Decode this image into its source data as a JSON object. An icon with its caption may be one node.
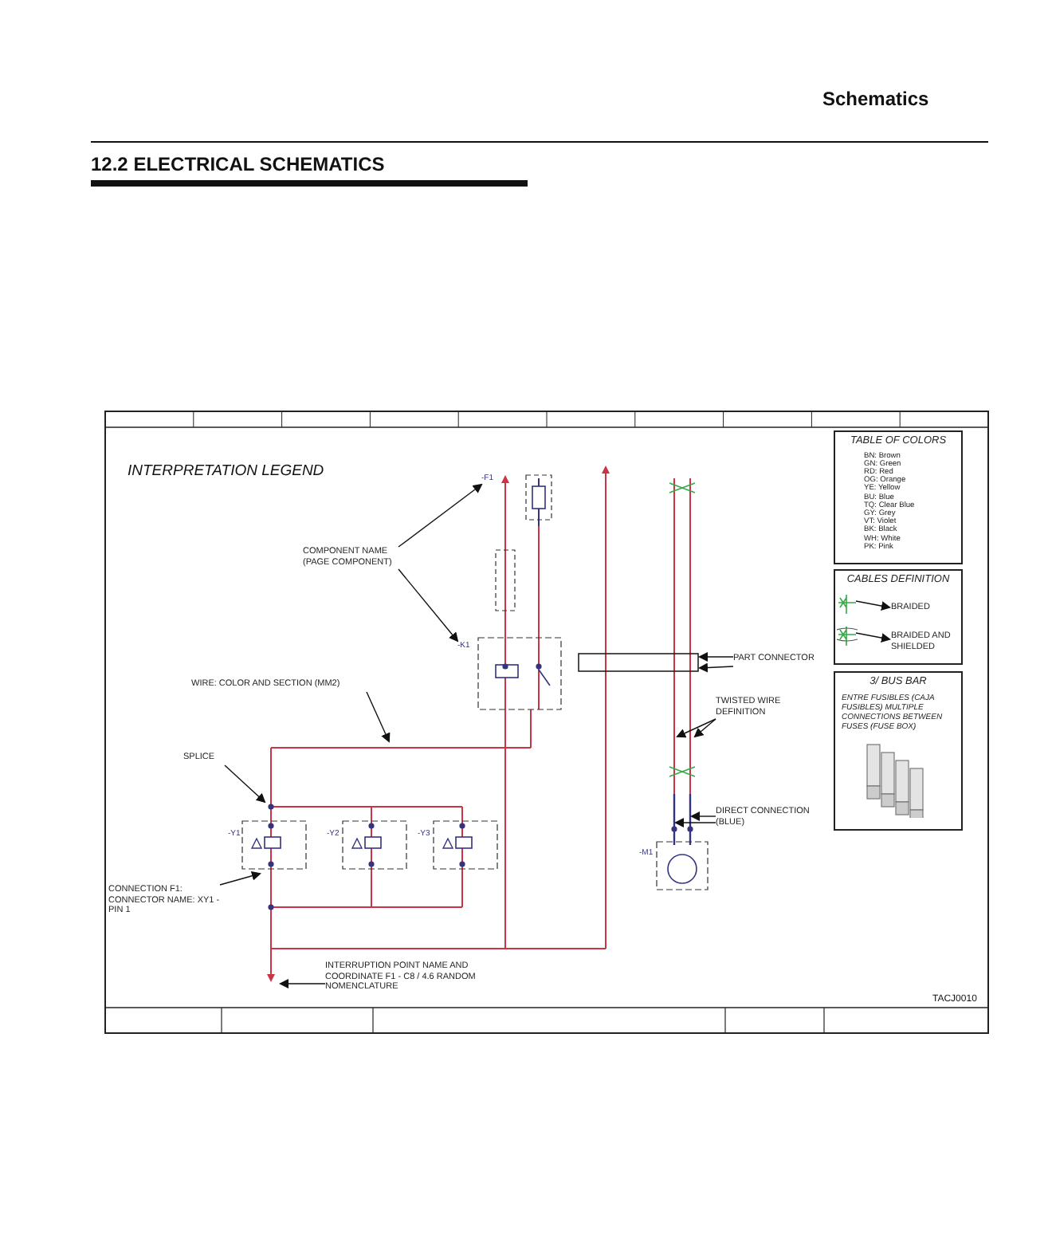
{
  "diagram": {
    "title": "12.2 ELECTRICAL SCHEMATICS",
    "nodes": [
      {
        "text": [
          "COMPONENT NAME (PAGE COMPONENT)"
        ]
      },
      {
        "text": [
          "WIRE: COLOR AND SECTION (MM2)"
        ]
      },
      {
        "text": [
          "SPLICE"
        ]
      },
      {
        "text": [
          "CONNECTION F1: CONNECTOR NAME: XY1 - PIN 1"
        ]
      },
      {
        "text": [
          "INTERRUPTION POINT NAME AND COORDINATE F1 - C8 / 4.6 RANDOM NOMENCLATURE"
        ]
      },
      {
        "text": [
          "PART CONNECTOR"
        ]
      },
      {
        "text": [
          "TWISTED WIRE DEFINITION"
        ]
      },
      {
        "text": [
          "DIRECT CONNECTION (BLUE)"
        ]
      },
      {
        "text": [
          "TABLE OF COLORS",
          "BN: Brown",
          "GN: Green",
          "RD: Red",
          "OG: Orange",
          "YE: Yellow",
          "BU: Blue",
          "TQ: Clear Blue",
          "GY: Grey",
          "VT: Violet",
          "BK: Black",
          "WH: White",
          "PK: Pink"
        ]
      },
      {
        "text": [
          "CABLES DEFINITION"
        ]
      },
      {
        "text": [
          "BRAIDED"
        ],
        "in": 9
      },
      {
        "text": [
          "BRAIDED AND SHIELDED"
        ],
        "in": 9
      },
      {
        "text": [
          "3/ BUS BAR",
          "ENTRE FUSIBLES (CAJA FUSIBLES) MULTIPLE CONNECTIONS BETWEEN FUSES (FUSE BOX)"
        ]
      },
      {
        "text": [
          "-F1"
        ]
      },
      {
        "text": [
          "-K1"
        ]
      },
      {
        "text": [],
        "shape": "picture",
        "in": 9
      },
      {
        "text": [],
        "shape": "picture",
        "in": 9
      }
    ],
    "edges": [
      {
        "from": 0,
        "to": 13,
        "arrow": "to"
      },
      {
        "from": 0,
        "to": 14,
        "arrow": "to"
      },
      {
        "from": 1,
        "to": null,
        "arrow": "to"
      },
      {
        "from": 2,
        "to": null,
        "arrow": "to"
      },
      {
        "from": 3,
        "to": null,
        "arrow": "to"
      },
      {
        "from": 4,
        "to": null,
        "arrow": "to"
      },
      {
        "from": 5,
        "to": null,
        "arrow": "to"
      },
      {
        "from": 5,
        "to": null,
        "arrow": "to"
      },
      {
        "from": 6,
        "to": null,
        "arrow": "to"
      },
      {
        "from": 6,
        "to": null,
        "arrow": "to"
      },
      {
        "from": 7,
        "to": null,
        "arrow": "to"
      },
      {
        "from": 7,
        "to": null,
        "arrow": "to"
      },
      {
        "from": 15,
        "to": 10,
        "arrow": "to"
      },
      {
        "from": 16,
        "to": 11,
        "arrow": "to"
      }
    ],
    "labels": [
      "Schematics",
      "INTERPRETATION LEGEND",
      "-Y1",
      "-Y2",
      "-Y3",
      "-M1",
      "TACJ0010"
    ]
  }
}
